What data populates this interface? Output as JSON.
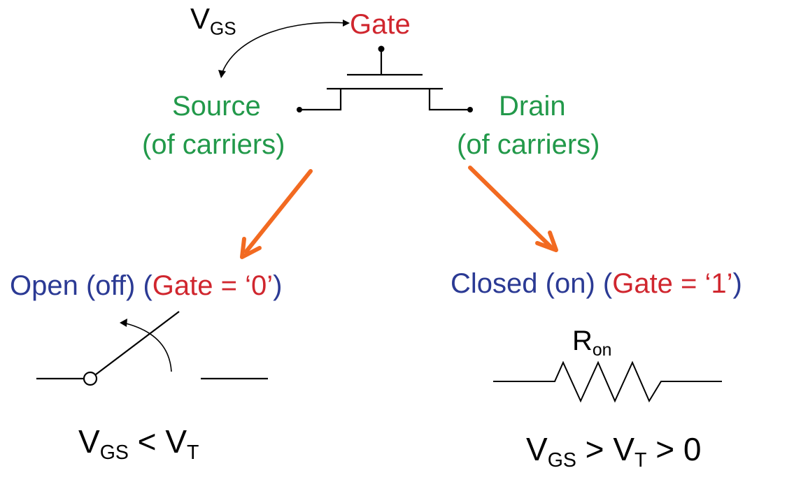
{
  "top": {
    "vgs_label": {
      "main": "V",
      "sub": "GS"
    },
    "gate_label": "Gate",
    "source_label": {
      "line1": "Source",
      "line2": "(of carriers)"
    },
    "drain_label": {
      "line1": "Drain",
      "line2": "(of carriers)"
    }
  },
  "left_case": {
    "state_text": "Open (off) (",
    "gate_text": "Gate = ‘0’",
    "close_paren": ")",
    "symbol": "open-switch",
    "condition": {
      "v1": "V",
      "v1_sub": "GS",
      "op1": "<",
      "v2": "V",
      "v2_sub": "T"
    }
  },
  "right_case": {
    "state_text": "Closed (on) (",
    "gate_text": "Gate = ‘1’",
    "close_paren": ")",
    "symbol": "resistor",
    "resistor_label": {
      "main": "R",
      "sub": "on"
    },
    "condition": {
      "v1": "V",
      "v1_sub": "GS",
      "op1": ">",
      "v2": "V",
      "v2_sub": "T",
      "op2": "> 0"
    }
  },
  "colors": {
    "terminal_green": "#22994a",
    "gate_red": "#d0262e",
    "state_blue": "#2b3a94",
    "arrow_orange": "#f26a21",
    "line_black": "#000000"
  }
}
